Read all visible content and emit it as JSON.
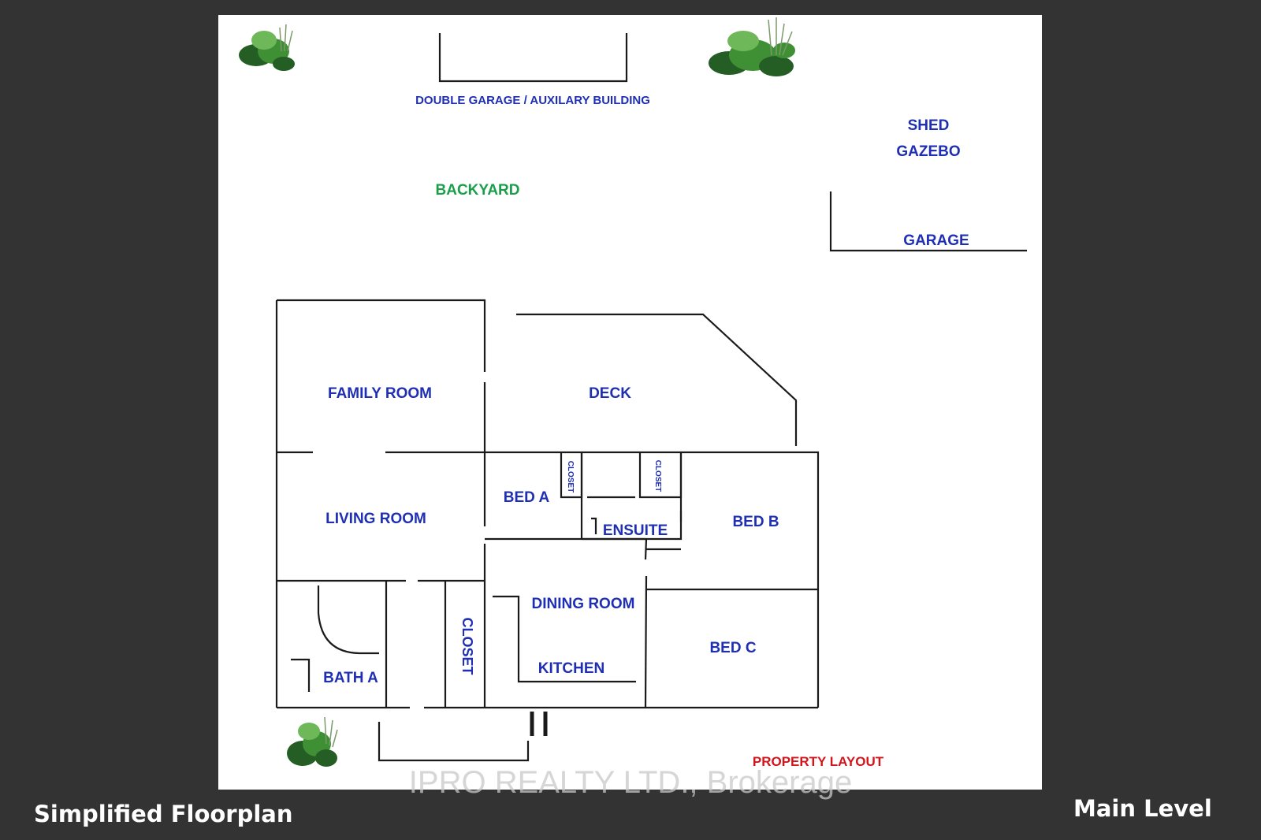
{
  "labels": {
    "double_garage": "DOUBLE GARAGE / AUXILARY BUILDING",
    "shed": "SHED",
    "gazebo": "GAZEBO",
    "backyard": "BACKYARD",
    "garage": "GARAGE",
    "family_room": "FAMILY ROOM",
    "deck": "DECK",
    "bed_a": "BED A",
    "closet_a": "CLOSET",
    "closet_b": "CLOSET",
    "ensuite": "ENSUITE",
    "bed_b": "BED B",
    "living_room": "LIVING ROOM",
    "dining_room": "DINING ROOM",
    "kitchen": "KITCHEN",
    "bed_c": "BED C",
    "closet_hall": "CLOSET",
    "bath_a": "BATH A",
    "property_layout": "PROPERTY LAYOUT",
    "watermark": "IPRO REALTY LTD., Brokerage"
  },
  "captions": {
    "left": "Simplified Floorplan",
    "right": "Main Level"
  },
  "colors": {
    "background": "#333333",
    "sheet": "#ffffff",
    "wall": "#1a1a1a",
    "room_label": "#1f2fb3",
    "backyard_label": "#1a9e4a",
    "property_label": "#d4141b",
    "plant": "#3f8f35"
  }
}
